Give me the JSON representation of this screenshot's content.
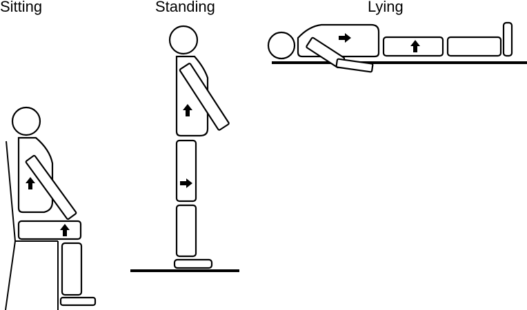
{
  "diagram": {
    "postures": [
      {
        "id": "sitting",
        "label": "Sitting"
      },
      {
        "id": "standing",
        "label": "Standing"
      },
      {
        "id": "lying",
        "label": "Lying"
      }
    ]
  },
  "colors": {
    "line": "#000000",
    "fill": "#ffffff",
    "background": "#ffffff"
  }
}
